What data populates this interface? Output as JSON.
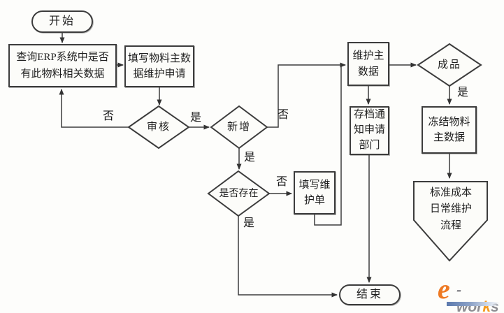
{
  "diagram": {
    "type": "flowchart",
    "language": "zh-CN",
    "nodes": {
      "start": {
        "shape": "terminator",
        "lines": [
          "开始"
        ]
      },
      "query_erp": {
        "shape": "process",
        "lines": [
          "查询ERP系统中是否",
          "有此物料相关数据"
        ]
      },
      "fill_request": {
        "shape": "process",
        "lines": [
          "填写物料主数",
          "据维护申请"
        ]
      },
      "review": {
        "shape": "decision",
        "lines": [
          "审核"
        ]
      },
      "is_new": {
        "shape": "decision",
        "lines": [
          "新增"
        ]
      },
      "exists": {
        "shape": "decision",
        "lines": [
          "是否存在"
        ]
      },
      "fill_order": {
        "shape": "process",
        "lines": [
          "填写维",
          "护单"
        ]
      },
      "maintain_master": {
        "shape": "process",
        "lines": [
          "维护主",
          "数据"
        ]
      },
      "archive_notify": {
        "shape": "process",
        "lines": [
          "存档通",
          "知申请",
          "部门"
        ]
      },
      "finished_goods": {
        "shape": "decision",
        "lines": [
          "成品"
        ]
      },
      "freeze_master": {
        "shape": "process",
        "lines": [
          "冻结物料",
          "主数据"
        ]
      },
      "std_cost_process": {
        "shape": "offpage-connector",
        "lines": [
          "标准成本",
          "日常维护",
          "流程"
        ]
      },
      "end": {
        "shape": "terminator",
        "lines": [
          "结束"
        ]
      }
    },
    "edge_labels": {
      "review_no": "否",
      "review_yes": "是",
      "is_new_no": "否",
      "is_new_yes": "是",
      "exists_no": "否",
      "exists_yes": "是",
      "finished_yes": "是"
    }
  },
  "logo": {
    "e": "e",
    "wor": "-wor",
    "k": "k",
    "s": "s"
  },
  "colors": {
    "line": "#3c3c3c",
    "background": "#fdfdfb",
    "logo_orange": "#ee7a24",
    "logo_k_orange": "#f59a1e",
    "logo_gray": "#8d8d92",
    "logo_bar_blue": "#5c79ad"
  }
}
